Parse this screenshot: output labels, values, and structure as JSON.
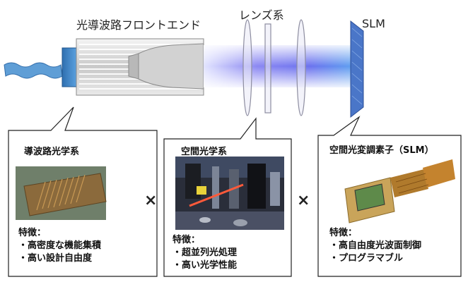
{
  "labels": {
    "waveguide_frontend": "光導波路フロントエンド",
    "lens_system": "レンズ系",
    "slm": "SLM"
  },
  "boxes": [
    {
      "title": "導波路光学系",
      "features_heading": "特徴：",
      "features": [
        "・高密度な機能集積",
        "・高い設計自由度"
      ]
    },
    {
      "title": "空間光学系",
      "features_heading": "特徴：",
      "features": [
        "・超並列光処理",
        "・高い光学性能"
      ]
    },
    {
      "title": "空間光変調素子（SLM）",
      "features_heading": "特徴：",
      "features": [
        "・高自由度光波面制御",
        "・プログラマブル"
      ]
    }
  ],
  "operators": [
    "×",
    "×"
  ],
  "colors": {
    "beam_left": "#cfd3ff",
    "beam_mid": "#7b7cf0",
    "beam_right": "#5c9ff0",
    "slm_panel": "#4a76c8",
    "fiber_block": "#3f86c9"
  }
}
